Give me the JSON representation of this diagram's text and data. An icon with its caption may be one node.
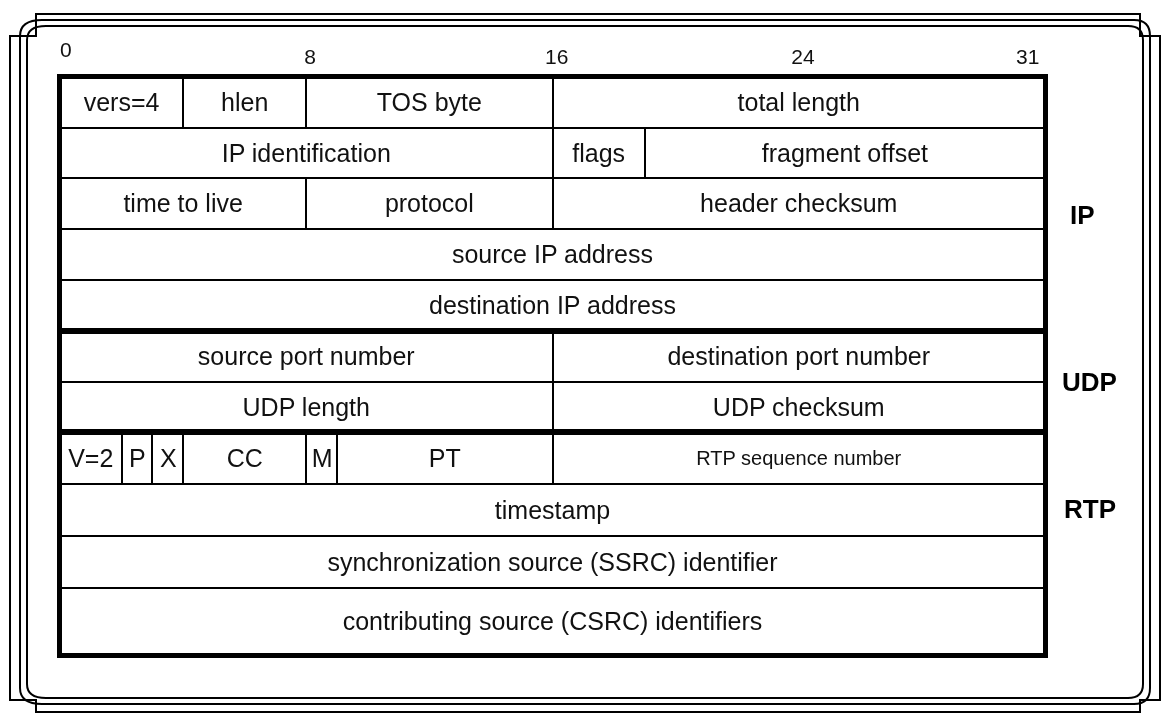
{
  "diagram": {
    "labels": [
      "0",
      "8",
      "16",
      "24",
      "31",
      "vers=4",
      "hlen",
      "TOS byte",
      "total length",
      "IP identification",
      "flags",
      "fragment offset",
      "time to live",
      "protocol",
      "header checksum",
      "source IP address",
      "destination IP address",
      "IP",
      "source port number",
      "destination port number",
      "UDP length",
      "UDP checksum",
      "UDP",
      "V=2",
      "P",
      "X",
      "CC",
      "M",
      "PT",
      "RTP sequence number",
      "timestamp",
      "synchronization source (SSRC) identifier",
      "contributing source (CSRC) identifiers",
      "RTP"
    ]
  }
}
